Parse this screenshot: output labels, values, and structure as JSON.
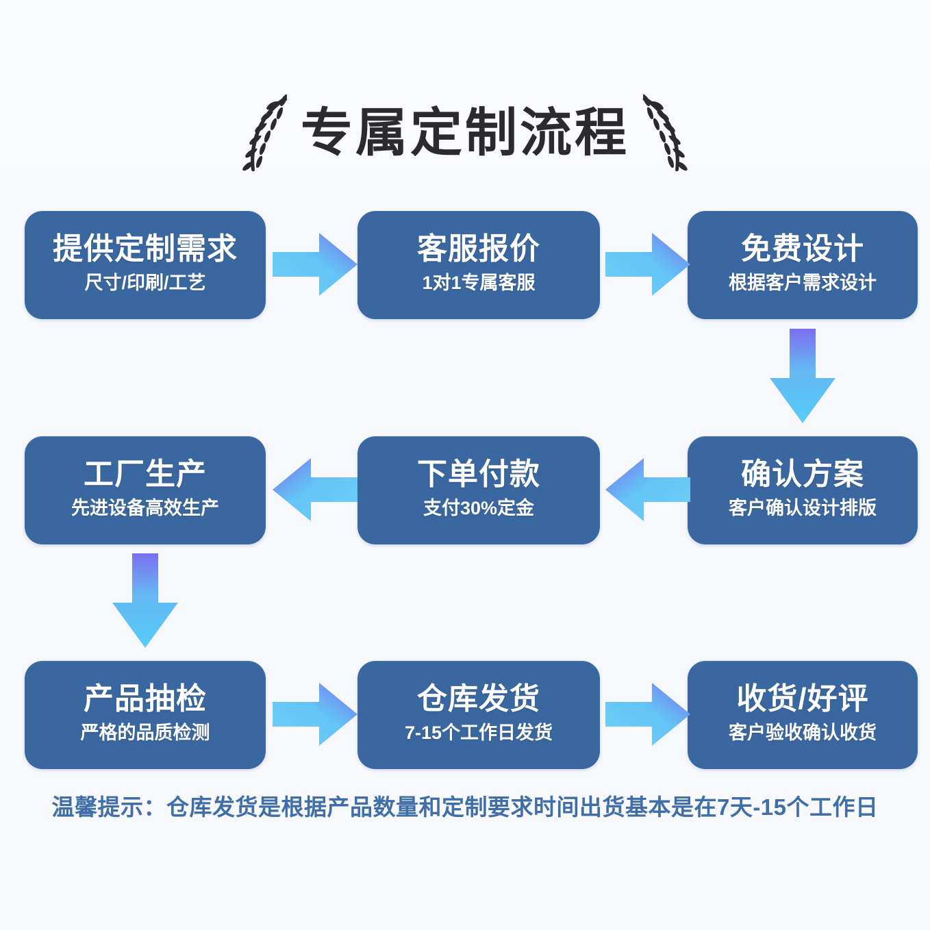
{
  "header": {
    "title": "专属定制流程",
    "ornament_left": "laurel-branch-left",
    "ornament_right": "laurel-branch-right"
  },
  "theme": {
    "background": "#f7f9fc",
    "box_fill": "#3a679f",
    "box_text": "#ffffff",
    "arrow_gradient_start": "#7a78f0",
    "arrow_gradient_end": "#63cdf6",
    "footer_text": "#3f6ea8",
    "title_text": "#2b2b2d"
  },
  "flow": {
    "rows": [
      {
        "direction": "left-to-right",
        "steps": [
          {
            "index": 1,
            "title": "提供定制需求",
            "subtitle": "尺寸/印刷/工艺"
          },
          {
            "index": 2,
            "title": "客服报价",
            "subtitle": "1对1专属客服"
          },
          {
            "index": 3,
            "title": "免费设计",
            "subtitle": "根据客户需求设计"
          }
        ]
      },
      {
        "direction": "right-to-left",
        "steps": [
          {
            "index": 6,
            "title": "工厂生产",
            "subtitle": "先进设备高效生产"
          },
          {
            "index": 5,
            "title": "下单付款",
            "subtitle": "支付30%定金"
          },
          {
            "index": 4,
            "title": "确认方案",
            "subtitle": "客户确认设计排版"
          }
        ]
      },
      {
        "direction": "left-to-right",
        "steps": [
          {
            "index": 7,
            "title": "产品抽检",
            "subtitle": "严格的品质检测"
          },
          {
            "index": 8,
            "title": "仓库发货",
            "subtitle": "7-15个工作日发货"
          },
          {
            "index": 9,
            "title": "收货/好评",
            "subtitle": "客户验收确认收货"
          }
        ]
      }
    ],
    "connectors": [
      {
        "name": "arrow-right-step1-to-step2",
        "shape": "arrow-right-icon"
      },
      {
        "name": "arrow-right-step2-to-step3",
        "shape": "arrow-right-icon"
      },
      {
        "name": "arrow-down-step3-to-step4",
        "shape": "arrow-down-icon"
      },
      {
        "name": "arrow-left-step4-to-step5",
        "shape": "arrow-left-icon"
      },
      {
        "name": "arrow-left-step5-to-step6",
        "shape": "arrow-left-icon"
      },
      {
        "name": "arrow-down-step6-to-step7",
        "shape": "arrow-down-icon"
      },
      {
        "name": "arrow-right-step7-to-step8",
        "shape": "arrow-right-icon"
      },
      {
        "name": "arrow-right-step8-to-step9",
        "shape": "arrow-right-icon"
      }
    ]
  },
  "footer": {
    "note": "温馨提示：仓库发货是根据产品数量和定制要求时间出货基本是在7天-15个工作日"
  }
}
